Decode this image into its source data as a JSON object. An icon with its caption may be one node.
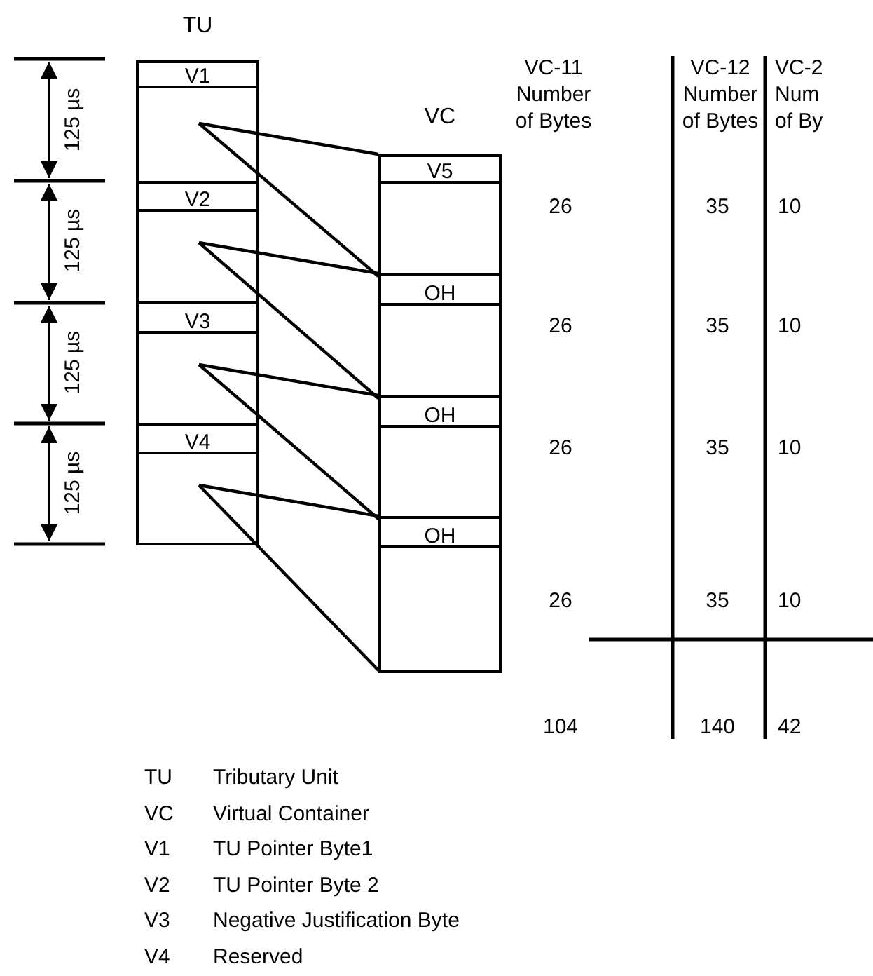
{
  "diagram": {
    "nodes": [
      {
        "text": [
          "TU"
        ]
      },
      {
        "text": [
          "V1"
        ],
        "in": 0
      },
      {
        "text": [],
        "shape": "box",
        "in": 0
      },
      {
        "text": [
          "V2"
        ],
        "in": 0
      },
      {
        "text": [],
        "shape": "box",
        "in": 0
      },
      {
        "text": [
          "V3"
        ],
        "in": 0
      },
      {
        "text": [],
        "shape": "box",
        "in": 0
      },
      {
        "text": [
          "V4"
        ],
        "in": 0
      },
      {
        "text": [],
        "shape": "box",
        "in": 0
      },
      {
        "text": [
          "VC"
        ]
      },
      {
        "text": [
          "V5"
        ],
        "in": 9
      },
      {
        "text": [],
        "shape": "box",
        "in": 9
      },
      {
        "text": [
          "OH"
        ],
        "in": 9
      },
      {
        "text": [],
        "shape": "box",
        "in": 9
      },
      {
        "text": [
          "OH"
        ],
        "in": 9
      },
      {
        "text": [],
        "shape": "box",
        "in": 9
      },
      {
        "text": [
          "OH"
        ],
        "in": 9
      },
      {
        "text": [],
        "shape": "box",
        "in": 9
      }
    ],
    "edges": [
      {
        "from": 2,
        "to": 10,
        "arrow": "none"
      },
      {
        "from": 2,
        "to": 11,
        "arrow": "none"
      },
      {
        "from": 4,
        "to": 12,
        "arrow": "none"
      },
      {
        "from": 4,
        "to": 13,
        "arrow": "none"
      },
      {
        "from": 6,
        "to": 14,
        "arrow": "none"
      },
      {
        "from": 6,
        "to": 15,
        "arrow": "none"
      },
      {
        "from": 8,
        "to": 16,
        "arrow": "none"
      },
      {
        "from": 8,
        "to": 17,
        "arrow": "none"
      }
    ],
    "labels": [
      "125 µs",
      "125 µs",
      "125 µs",
      "125 µs",
      "VC-11 Number of Bytes",
      "VC-12 Number of Bytes",
      "VC-2 Num of By",
      "26",
      "35",
      "10",
      "26",
      "35",
      "10",
      "26",
      "35",
      "10",
      "26",
      "35",
      "10",
      "104",
      "140",
      "42",
      "TU",
      "Tributary Unit",
      "VC",
      "Virtual Container",
      "V1",
      "TU Pointer Byte1",
      "V2",
      "TU Pointer Byte 2",
      "V3",
      "Negative Justification Byte",
      "V4",
      "Reserved"
    ]
  }
}
